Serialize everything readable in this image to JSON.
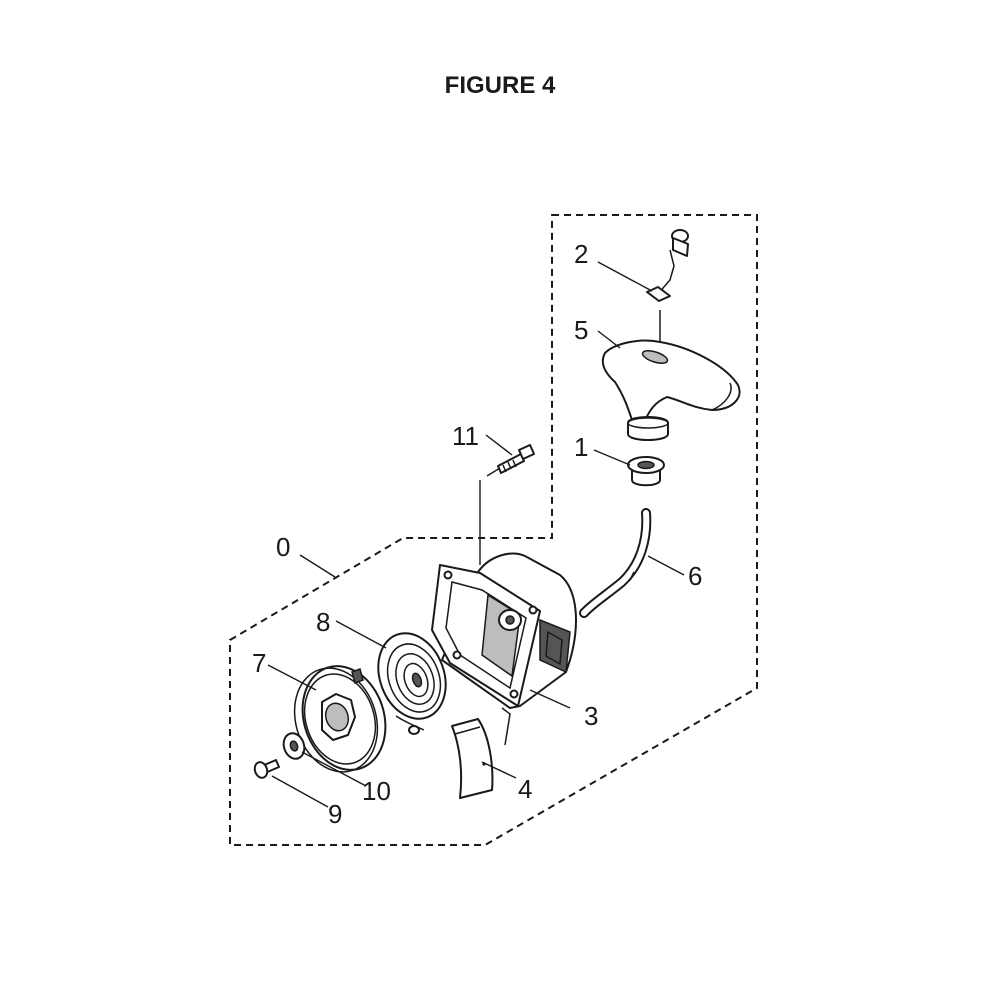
{
  "figure": {
    "title": "FIGURE 4"
  },
  "callouts": {
    "c0": "0",
    "c1": "1",
    "c2": "2",
    "c3": "3",
    "c4": "4",
    "c5": "5",
    "c6": "6",
    "c7": "7",
    "c8": "8",
    "c9": "9",
    "c10": "10",
    "c11": "11"
  }
}
